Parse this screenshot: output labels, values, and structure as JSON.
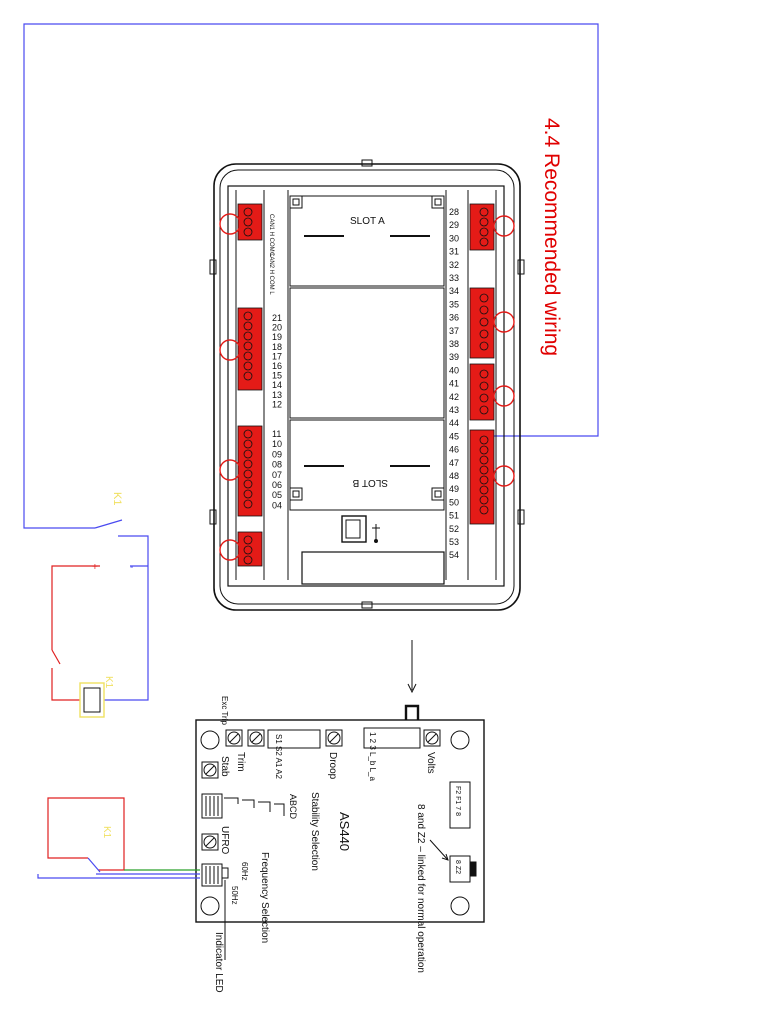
{
  "title": "4.4 Recommended wiring",
  "colors": {
    "accent_red": "#e00000",
    "wire_blue": "#4a4af0",
    "wire_red": "#e02020",
    "relay_yellow": "#f0e060",
    "terminal_red": "#e41b17",
    "line": "#111111"
  },
  "controller": {
    "slot_a": "SLOT A",
    "slot_b": "SLOT B",
    "usb_icon": "usb-icon",
    "can_labels": [
      "CAN1 H COM L",
      "CAN2 H COM L"
    ],
    "left_numbers_top": [
      "21",
      "20",
      "19",
      "18",
      "17",
      "16",
      "15",
      "14",
      "13",
      "12"
    ],
    "left_numbers_bottom": [
      "11",
      "10",
      "09",
      "08",
      "07",
      "06",
      "05",
      "04"
    ],
    "right_numbers": [
      "28",
      "29",
      "30",
      "31",
      "32",
      "33",
      "34",
      "35",
      "36",
      "37",
      "38",
      "39",
      "40",
      "41",
      "42",
      "43",
      "44",
      "45",
      "46",
      "47",
      "48",
      "49",
      "50",
      "51",
      "52",
      "53",
      "54"
    ]
  },
  "relay_label": "K1",
  "avr": {
    "model": "AS440",
    "exc_trip": "Exc Trip",
    "terminal_s": "S1 S2 A1 A2",
    "terminal_l": "1 2 3 L_b L_a",
    "pots": {
      "trim": "Trim",
      "droop": "Droop",
      "volts": "Volts",
      "stab": "Stab",
      "ufro": "UFRO"
    },
    "stability_selection": "Stability Selection",
    "abcd": "ABCD",
    "frequency_selection": "Frequency Selection",
    "hz60": "60Hz",
    "hz50": "50Hz",
    "indicator_led": "Indicator LED",
    "f2f178": "F2 F1 7 8",
    "link_note": "8 and Z2 – linked for normal operation",
    "z2_terminal": "8 Z2"
  }
}
